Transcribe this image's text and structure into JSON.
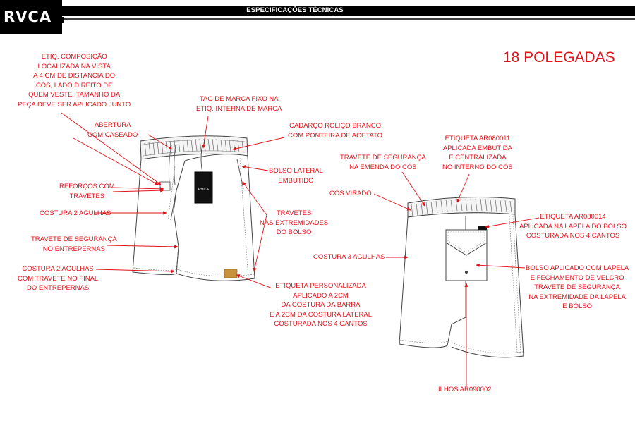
{
  "header": {
    "logo_text": "RVCA",
    "title": "ESPECIFICAÇÕES TÉCNICAS"
  },
  "size_label": "18 POLEGADAS",
  "front_view": {
    "labels": {
      "composition_label": "ETIQ. COMPOSIÇÃO\nLOCALIZADA NA VISTA\nA 4 CM DE DISTANCIA DO\nCÓS, LADO DIREITO DE\nQUEM VESTE, TAMANHO DA\nPEÇA DEVE SER APLICADO JUNTO",
      "brand_tag": "TAG DE MARCA FIXO NA\nETIQ. INTERNA DE MARCA",
      "buttonhole_opening": "ABERTURA\nCOM CASEADO",
      "drawcord": "CADARÇO ROLIÇO BRANCO\nCOM PONTEIRA DE ACETATO",
      "side_pocket": "BOLSO LATERAL\nEMBUTIDO",
      "reinforcements": "REFORÇOS COM\nTRAVETES",
      "pocket_bartacks": "TRAVETES\nNAS EXTREMIDADES\nDO BOLSO",
      "two_needle_stitch": "COSTURA 2 AGULHAS",
      "crotch_bartack": "TRAVETE DE SEGURANÇA\nNO ENTREPERNAS",
      "hem_stitch": "COSTURA 2 AGULHAS\nCOM TRAVETE NO FINAL\nDO ENTREPERNAS",
      "custom_label": "ETIQUETA PERSONALIZADA\nAPLICADO A 2CM\nDA COSTURA DA BARRA\nE A 2CM DA COSTURA LATERAL\nCOSTURADA NOS 4 CANTOS"
    },
    "hang_tag_text": "RVCA"
  },
  "back_view": {
    "labels": {
      "waistband_label": "ETIQUETA AR080011\nAPLICADA EMBUTIDA\nE CENTRALIZADA\nNO INTERNO DO CÓS",
      "seam_bartack": "TRAVETE DE SEGURANÇA\nNA EMENDA DO CÓS",
      "turned_waistband": "CÓS VIRADO",
      "flap_label": "ETIQUETA AR080014\nAPLICADA NA LAPELA DO BOLSO\nCOSTURADA NOS 4 CANTOS",
      "three_needle_stitch": "COSTURA 3 AGULHAS",
      "patch_pocket": "BOLSO APLICADO COM LAPELA\nE FECHAMENTO DE VELCRO\nTRAVETE DE SEGURANÇA\nNA EXTREMIDADE DA LAPELA\nE BOLSO",
      "eyelets": "ILHÓS AR090002"
    }
  },
  "colors": {
    "annotation": "#e1131a",
    "header_background": "#000000",
    "header_text": "#ffffff",
    "outline": "#444444",
    "label_patch": "#c8923a"
  }
}
